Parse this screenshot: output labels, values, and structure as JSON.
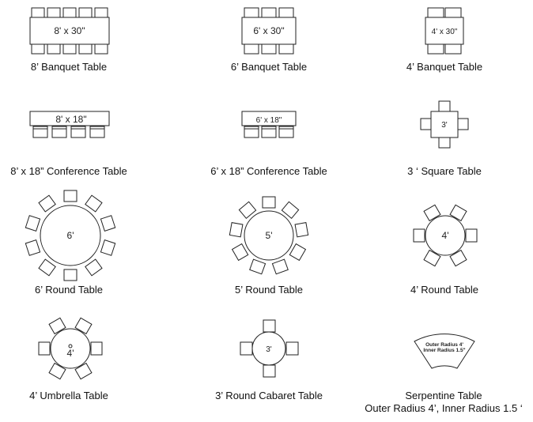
{
  "tables": [
    {
      "label": "8’ Banquet Table",
      "size": "8' x 30\""
    },
    {
      "label": "6’ Banquet Table",
      "size": "6' x 30\""
    },
    {
      "label": "4’ Banquet Table",
      "size": "4' x 30\""
    },
    {
      "label": "8’ x 18” Conference Table",
      "size": "8' x 18\""
    },
    {
      "label": "6’ x 18” Conference Table",
      "size": "6' x 18\""
    },
    {
      "label": "3 ‘ Square Table",
      "size": "3'"
    },
    {
      "label": "6’ Round Table",
      "size": "6'"
    },
    {
      "label": "5’ Round Table",
      "size": "5'"
    },
    {
      "label": "4’ Round Table",
      "size": "4'"
    },
    {
      "label": "4’ Umbrella Table",
      "size": "4'"
    },
    {
      "label": "3’ Round Cabaret Table",
      "size": "3'"
    },
    {
      "label": "Serpentine Table",
      "label2": "Outer Radius 4’, Inner Radius 1.5 ‘",
      "size": "Outer Radius 4'",
      "size2": "Inner Radius 1.5\""
    }
  ]
}
